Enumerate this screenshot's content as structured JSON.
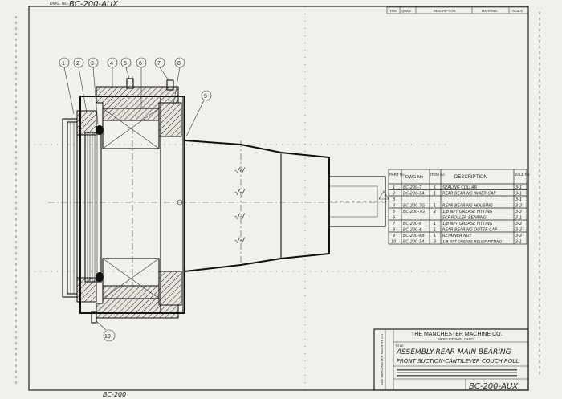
{
  "dwg_no_top": "BC-200-AUX",
  "dwg_no_label": "DWG. NO.",
  "revision_header": [
    "ITEM",
    "QUAN.",
    "DESCRIPTION",
    "MATERIAL",
    "SCALE"
  ],
  "callouts": [
    "1",
    "2",
    "3",
    "4",
    "5",
    "6",
    "7",
    "8",
    "9",
    "10"
  ],
  "parts_table": {
    "headers": [
      "PART No",
      "DWG No",
      "ITEM No",
      "DESCRIPTION",
      "SALE No"
    ],
    "rows": [
      {
        "part": "1",
        "dwg": "BC-200-7",
        "item": "1",
        "desc": "SEALING COLLAR",
        "sale": "3-1"
      },
      {
        "part": "2",
        "dwg": "BC-200-5A",
        "item": "1",
        "desc": "REAR BEARING INNER CAP",
        "sale": "3-1"
      },
      {
        "part": "3",
        "dwg": "",
        "item": "",
        "desc": "",
        "sale": "3-1"
      },
      {
        "part": "4",
        "dwg": "BC-200-7G",
        "item": "1",
        "desc": "REAR BEARING HOUSING",
        "sale": "3-2"
      },
      {
        "part": "5",
        "dwg": "BC-200-7G",
        "item": "2",
        "desc": "1/8 NPT GREASE FITTING",
        "sale": "3-2"
      },
      {
        "part": "6",
        "dwg": "",
        "item": "",
        "desc": "SKF ROLLER BEARING",
        "sale": "3-1"
      },
      {
        "part": "7",
        "dwg": "BC-200-6",
        "item": "1",
        "desc": "1/8 NPT GREASE FITTING",
        "sale": "3-2"
      },
      {
        "part": "8",
        "dwg": "BC-200-6",
        "item": "1",
        "desc": "REAR BEARING OUTER CAP",
        "sale": "3-2"
      },
      {
        "part": "9",
        "dwg": "BC-200-6B",
        "item": "1",
        "desc": "RETAINER NUT",
        "sale": "3-2"
      },
      {
        "part": "10",
        "dwg": "BC-200-5A",
        "item": "3",
        "desc": "1/8 NPT GREASE RELIEF FITTING",
        "sale": "3-1"
      }
    ]
  },
  "title_block": {
    "company": "THE MANCHESTER MACHINE CO.",
    "city": "MIDDLETOWN, OHIO",
    "title_label": "TITLE",
    "title_line1": "ASSEMBLY-REAR MAIN BEARING",
    "title_line2": "FRONT SUCTION-CANTILEVER COUCH ROLL",
    "dwg_no_bottom": "BC-200-AUX",
    "side_stamp": "ADD MANCHESTER MACHINE CO"
  },
  "margin_text": "BC-200"
}
